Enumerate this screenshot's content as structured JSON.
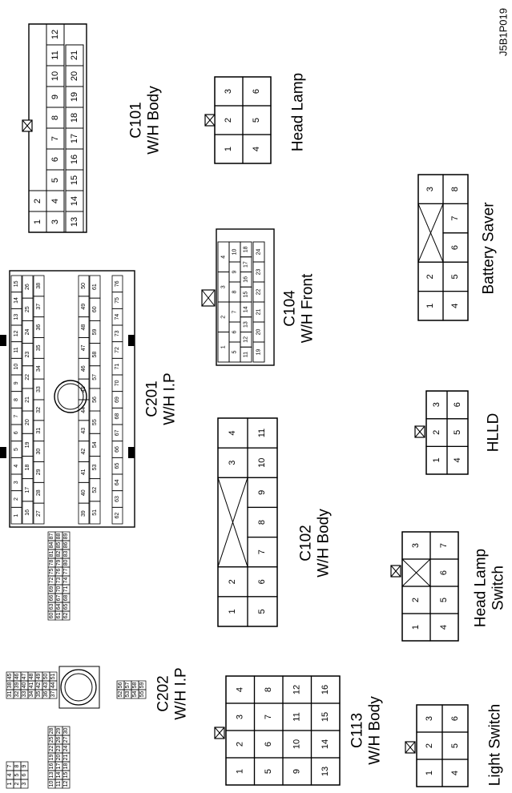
{
  "figure_code": "J5B1P019",
  "connectors": [
    {
      "id": "c101",
      "lines": [
        "C101",
        "W/H Body"
      ]
    },
    {
      "id": "head-lamp",
      "lines": [
        "Head Lamp"
      ]
    },
    {
      "id": "c201",
      "lines": [
        "C201",
        "W/H I.P"
      ]
    },
    {
      "id": "c104",
      "lines": [
        "C104",
        "W/H Front"
      ]
    },
    {
      "id": "battery-saver",
      "lines": [
        "Battery Saver"
      ]
    },
    {
      "id": "hlld",
      "lines": [
        "HLLD"
      ]
    },
    {
      "id": "c102",
      "lines": [
        "C102",
        "W/H Body"
      ]
    },
    {
      "id": "head-lamp-switch",
      "lines": [
        "Head Lamp",
        "Switch"
      ]
    },
    {
      "id": "c202",
      "lines": [
        "C202",
        "W/H I.P"
      ]
    },
    {
      "id": "c113",
      "lines": [
        "C113",
        "W/H Body"
      ]
    },
    {
      "id": "light-switch",
      "lines": [
        "Light Switch"
      ]
    }
  ],
  "pins": {
    "c101": {
      "row1": [
        "1",
        "2"
      ],
      "row2": [
        "3",
        "4",
        "5",
        "6",
        "7",
        "8",
        "9",
        "10",
        "11",
        "12"
      ],
      "row3": [
        "13",
        "14",
        "15",
        "16",
        "17",
        "18",
        "19",
        "20",
        "21"
      ]
    },
    "head_lamp": {
      "row1": [
        "1",
        "2",
        "3"
      ],
      "row2": [
        "4",
        "5",
        "6"
      ]
    },
    "c104": {
      "upper": [
        [
          "1",
          "2"
        ],
        [
          "5",
          "6",
          "7"
        ],
        [
          "11",
          "12",
          "13"
        ],
        [
          "19",
          "20"
        ]
      ],
      "upper_right": [
        [
          "3",
          "4"
        ],
        [
          "8",
          "9",
          "10"
        ],
        [
          "14",
          "15",
          "16",
          "17",
          "18"
        ],
        [
          "21",
          "22",
          "23",
          "24"
        ]
      ]
    },
    "battery_saver": {
      "row1": [
        "1",
        "2",
        "3"
      ],
      "row2": [
        "4",
        "5",
        "6",
        "7",
        "8"
      ]
    },
    "hlld": {
      "row1": [
        "1",
        "2",
        "3"
      ],
      "row2": [
        "4",
        "5",
        "6"
      ]
    },
    "c102": {
      "row1": [
        "1",
        "2",
        "3",
        "4"
      ],
      "row2": [
        "5",
        "6",
        "7",
        "8",
        "9",
        "10",
        "11"
      ]
    },
    "head_lamp_switch": {
      "row1": [
        "1",
        "2",
        "3"
      ],
      "row2": [
        "4",
        "5",
        "6",
        "7"
      ]
    },
    "c113": {
      "rows": [
        [
          "1",
          "2",
          "3",
          "4"
        ],
        [
          "5",
          "6",
          "7",
          "8"
        ],
        [
          "9",
          "10",
          "11",
          "12"
        ],
        [
          "13",
          "14",
          "15",
          "16"
        ]
      ]
    },
    "light_switch": {
      "row1": [
        "1",
        "2",
        "3"
      ],
      "row2": [
        "4",
        "5",
        "6"
      ]
    },
    "c201": {
      "a": [
        "1",
        "2",
        "3",
        "4",
        "5",
        "6",
        "7",
        "8",
        "9",
        "10",
        "11",
        "12",
        "13",
        "14",
        "15"
      ],
      "b": [
        "16",
        "17",
        "18",
        "19",
        "20",
        "21",
        "22",
        "23",
        "24",
        "25",
        "26"
      ],
      "c": [
        "27",
        "28",
        "29",
        "30",
        "31",
        "32",
        "33",
        "34",
        "35",
        "36",
        "37",
        "38"
      ],
      "d": [
        "39",
        "40",
        "41",
        "42",
        "43",
        "44",
        "45",
        "46",
        "47",
        "48",
        "49",
        "50"
      ],
      "e": [
        "51",
        "52",
        "53",
        "54",
        "55",
        "56",
        "57",
        "58",
        "59",
        "60",
        "61"
      ],
      "f": [
        "62",
        "63",
        "64",
        "65",
        "66",
        "67",
        "68",
        "69",
        "70",
        "71",
        "72",
        "73",
        "74",
        "75",
        "76"
      ]
    },
    "c202": {
      "a": [
        [
          "1",
          "2",
          "3"
        ],
        [
          "4",
          "5",
          "6"
        ],
        [
          "7",
          "8",
          "9"
        ]
      ],
      "b": [
        [
          "10",
          "11",
          "12"
        ],
        [
          "13",
          "14",
          "15"
        ],
        [
          "16",
          "17",
          "18"
        ],
        [
          "19",
          "20",
          "21"
        ],
        [
          "22",
          "23",
          "24"
        ],
        [
          "25",
          "26",
          "27"
        ],
        [
          "28",
          "29",
          "30"
        ]
      ],
      "c": [
        [
          "31",
          "32",
          "33",
          "34",
          "35",
          "36",
          "37"
        ],
        [
          "38",
          "39",
          "40",
          "41",
          "42",
          "43",
          "44"
        ],
        [
          "45",
          "46",
          "47",
          "48",
          "49",
          "50",
          "51"
        ]
      ],
      "d": [
        [
          "52",
          "53",
          "54",
          "55"
        ],
        [
          "56",
          "57",
          "58",
          "59"
        ]
      ],
      "e": [
        [
          "60",
          "61",
          "62"
        ],
        [
          "63",
          "64",
          "65"
        ],
        [
          "66",
          "67",
          "68"
        ],
        [
          "69",
          "70",
          "71"
        ],
        [
          "72",
          "73",
          "74"
        ],
        [
          "75",
          "76",
          "77"
        ],
        [
          "78",
          "79",
          "80"
        ],
        [
          "81",
          "82",
          "83"
        ],
        [
          "84",
          "85",
          "86"
        ],
        [
          "87",
          "88",
          "89"
        ]
      ]
    }
  }
}
